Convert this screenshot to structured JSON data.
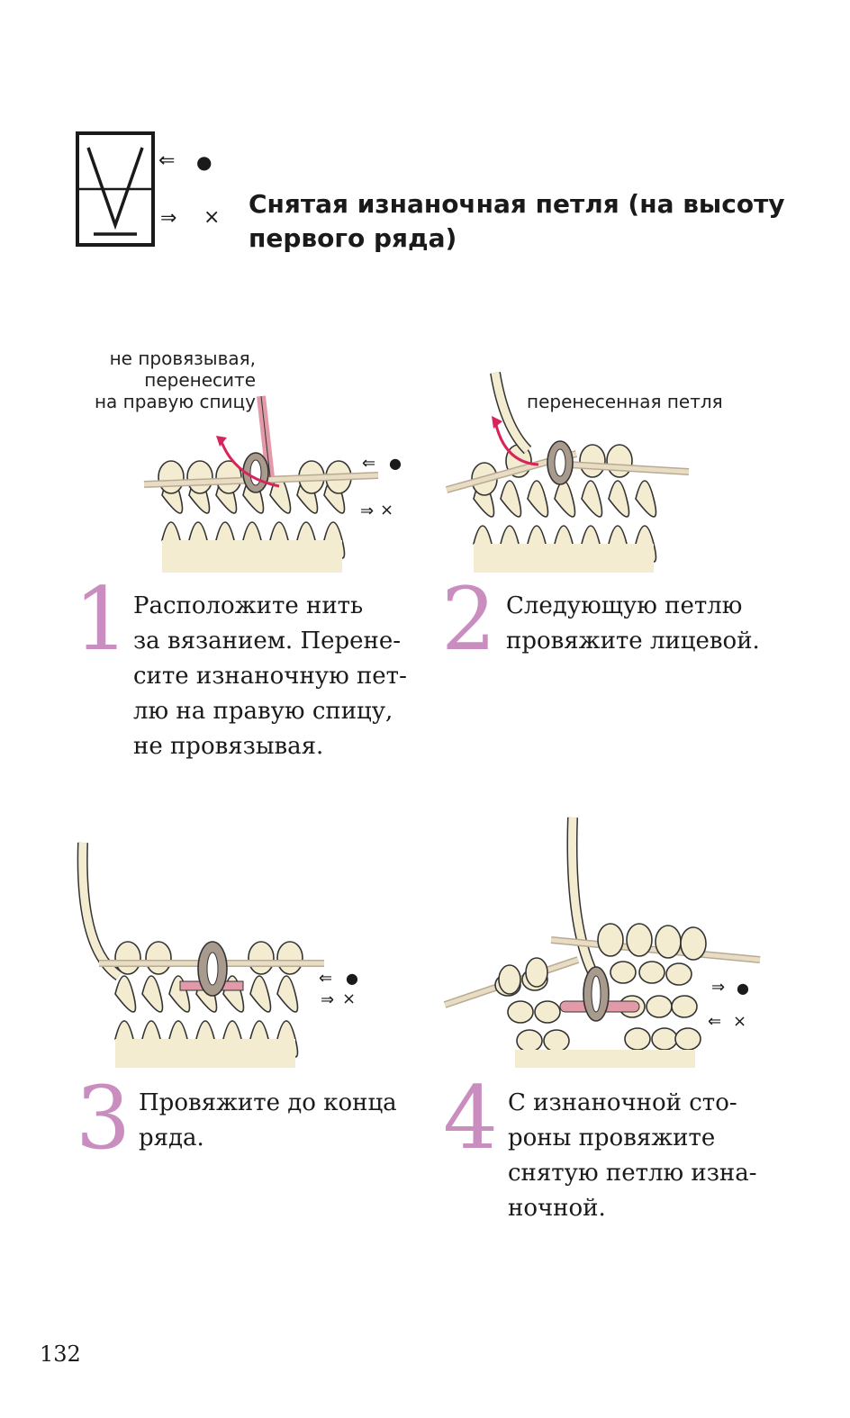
{
  "header": {
    "title": "Снятая изнаночная петля (на высоту первого ряда)",
    "symbol_labels": {
      "arrow_left": "⇐",
      "dot": "●",
      "arrow_right": "⇒",
      "cross": "×"
    }
  },
  "illustration_1": {
    "callout": "не провязывая,\nперенесите\nна правую спицу"
  },
  "illustration_2": {
    "callout": "перенесенная петля"
  },
  "steps": [
    {
      "number": "1",
      "text": "Расположите нить\nза вязанием. Перене-\nсите изнаночную пет-\nлю на правую спицу,\nне провязывая."
    },
    {
      "number": "2",
      "text": "Следующую петлю\nпровяжите лицевой."
    },
    {
      "number": "3",
      "text": "Провяжите до конца\nряда."
    },
    {
      "number": "4",
      "text": "С изнаночной сто-\nроны провяжите\nснятую петлю изна-\nночной."
    }
  ],
  "footer": {
    "page_number": "132"
  },
  "colors": {
    "accent_pink": "#c98dc0",
    "yarn_cream": "#f3ecd0",
    "yarn_taupe": "#a89a8c",
    "yarn_rose": "#e39aa8",
    "arrow_red": "#d8245a",
    "needle": "#e9dcc4"
  }
}
